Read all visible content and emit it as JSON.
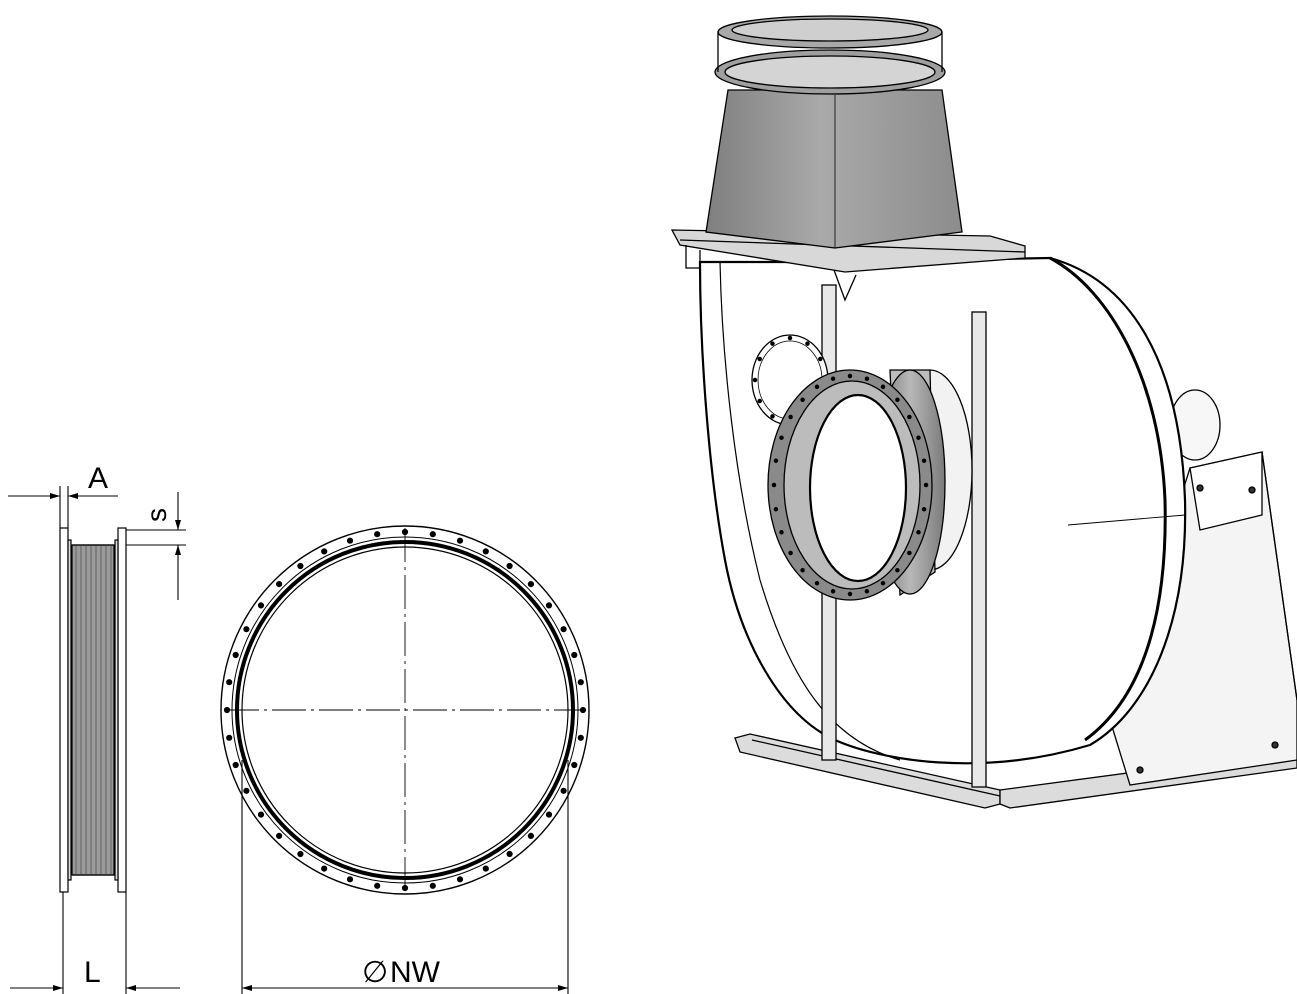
{
  "labels": {
    "flange_thickness": "A",
    "wall_thickness": "s",
    "length": "L",
    "diameter_symbol": "∅",
    "nominal_width": "NW"
  },
  "colors": {
    "line": "#000000",
    "metal_light": "#f2f2f2",
    "metal_mid": "#bdbdbd",
    "metal_dark": "#8a8a8a",
    "bellows": "#9a9a9a"
  }
}
